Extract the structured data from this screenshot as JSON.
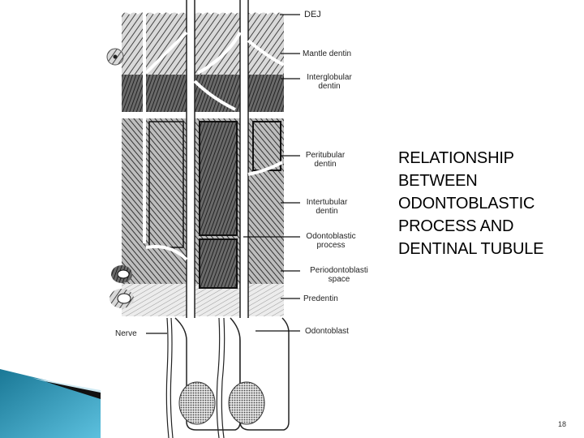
{
  "slide": {
    "title_lines": [
      "RELATIONSHIP",
      "BETWEEN",
      "ODONTOBLASTIC",
      "PROCESS AND",
      "DENTINAL TUBULE"
    ],
    "page_number": "18",
    "accent_color": "#2a8fb0"
  },
  "diagram": {
    "labels": {
      "dej": "DEJ",
      "mantle_dentin": "Mantle dentin",
      "interglobular_1": "Interglobular",
      "interglobular_2": "dentin",
      "peritubular_1": "Peritubular",
      "peritubular_2": "dentin",
      "intertubular_1": "Intertubular",
      "intertubular_2": "dentin",
      "odontoblastic_1": "Odontoblastic",
      "odontoblastic_2": "process",
      "periodontoblastic_1": "Periodontoblasti",
      "periodontoblastic_2": "space",
      "predentin": "Predentin",
      "odontoblast": "Odontoblast",
      "nerve": "Nerve"
    }
  }
}
